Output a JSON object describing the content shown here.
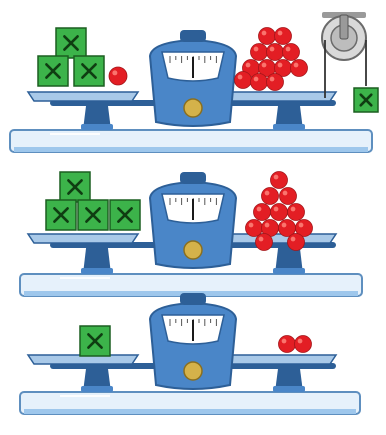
{
  "scenes": [
    {
      "left_pan": {
        "green_boxes": 3,
        "red_balls": 1
      },
      "right_pan": {
        "red_balls": 12
      },
      "pulley": {
        "green_boxes": 1
      }
    },
    {
      "left_pan": {
        "green_boxes": 4,
        "red_balls": 0
      },
      "right_pan": {
        "red_balls": 12
      }
    },
    {
      "left_pan": {
        "green_boxes": 1,
        "red_balls": 0
      },
      "right_pan": {
        "red_balls": 2
      }
    }
  ],
  "colors": {
    "box_fill": "#3cb34a",
    "box_stroke": "#1b5e20",
    "box_mark": "#0f3d12",
    "ball_fill": "#e31e24",
    "ball_shine": "#ff8a80",
    "scale_body": "#4a86c8",
    "scale_dark": "#2d5f97",
    "scale_light": "#9ec7ec",
    "dial_face": "#ffffff",
    "needle": "#1a1a1a",
    "dial_knob": "#d4b24a",
    "pan": "#a9c9e8",
    "platform_top": "#e6f1fb",
    "platform_edge": "#5e8fbf",
    "pulley_metal": "#9a9a9a",
    "rope": "#333333"
  }
}
